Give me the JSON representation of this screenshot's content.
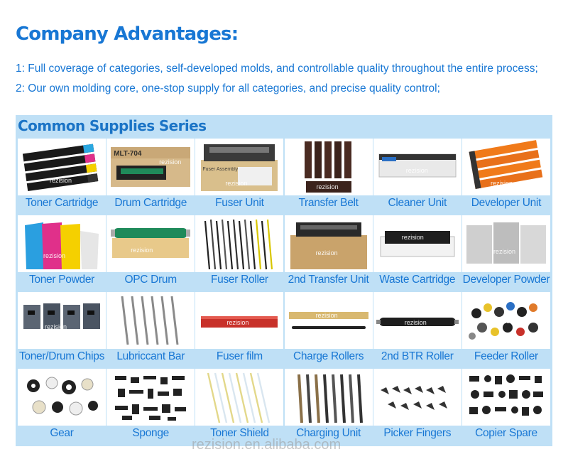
{
  "header": {
    "title": "Company Advantages:",
    "lines": [
      "1: Full coverage of categories, self-developed molds, and controllable quality throughout the entire process;",
      "2: Our own molding core, one-stop supply for all categories, and precise quality control;"
    ]
  },
  "series": {
    "title": "Common Supplies Series",
    "items": [
      {
        "label": "Toner Cartridge",
        "icon": "toner-cartridge-icon"
      },
      {
        "label": "Drum Cartridge",
        "icon": "drum-cartridge-icon"
      },
      {
        "label": "Fuser Unit",
        "icon": "fuser-unit-icon"
      },
      {
        "label": "Transfer Belt",
        "icon": "transfer-belt-icon"
      },
      {
        "label": "Cleaner Unit",
        "icon": "cleaner-unit-icon"
      },
      {
        "label": "Developer Unit",
        "icon": "developer-unit-icon"
      },
      {
        "label": "Toner Powder",
        "icon": "toner-powder-icon"
      },
      {
        "label": "OPC Drum",
        "icon": "opc-drum-icon"
      },
      {
        "label": "Fuser Roller",
        "icon": "fuser-roller-icon"
      },
      {
        "label": "2nd Transfer Unit",
        "icon": "transfer-unit-icon"
      },
      {
        "label": "Waste Cartridge",
        "icon": "waste-cartridge-icon"
      },
      {
        "label": "Developer Powder",
        "icon": "developer-powder-icon"
      },
      {
        "label": "Toner/Drum Chips",
        "icon": "chips-icon"
      },
      {
        "label": "Lubriccant Bar",
        "icon": "lubricant-bar-icon"
      },
      {
        "label": "Fuser film",
        "icon": "fuser-film-icon"
      },
      {
        "label": "Charge Rollers",
        "icon": "charge-roller-icon"
      },
      {
        "label": "2nd BTR Roller",
        "icon": "btr-roller-icon"
      },
      {
        "label": "Feeder Roller",
        "icon": "feeder-roller-icon"
      },
      {
        "label": "Gear",
        "icon": "gear-icon"
      },
      {
        "label": "Sponge",
        "icon": "sponge-icon"
      },
      {
        "label": "Toner Shield",
        "icon": "toner-shield-icon"
      },
      {
        "label": "Charging Unit",
        "icon": "charging-unit-icon"
      },
      {
        "label": "Picker Fingers",
        "icon": "picker-fingers-icon"
      },
      {
        "label": "Copier Spare",
        "icon": "copier-spare-icon"
      }
    ]
  },
  "photo_text": {
    "brand": "rezision",
    "drum_model": "MLT-704",
    "fuser_box": "Fuser Assembly"
  },
  "footer": {
    "watermark": "rezision.en.alibaba.com"
  },
  "colors": {
    "accent": "#1877d4",
    "panel": "#bfe0f6"
  }
}
